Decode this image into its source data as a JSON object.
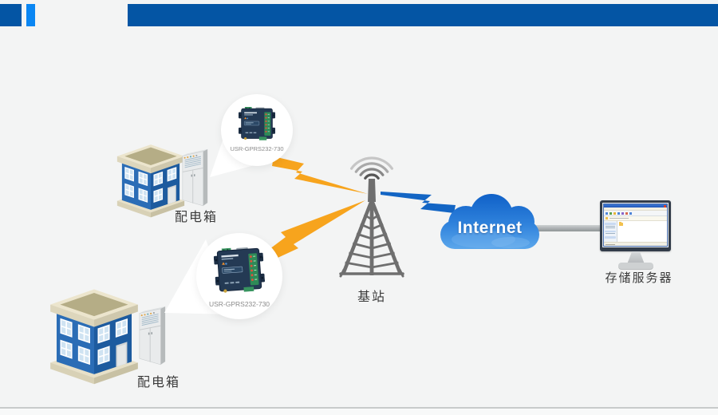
{
  "header": {
    "bars": {
      "primary_color": "#0455a4",
      "accent_color": "#0a86f3"
    }
  },
  "canvas_background": "#f3f4f4",
  "sites": [
    {
      "building_label": "配电箱",
      "device_label": "USR-GPRS232-730"
    },
    {
      "building_label": "配电箱",
      "device_label": "USR-GPRS232-730"
    }
  ],
  "tower": {
    "label": "基站"
  },
  "internet": {
    "label": "Internet",
    "cloud_color_top": "#0d5ec6",
    "cloud_color_bottom": "#5ea9ec"
  },
  "server": {
    "label": "存储服务器"
  },
  "links": {
    "wireless_uplink_color": "#f7a41d",
    "tower_to_internet_color": "#1365c4",
    "internet_to_server_color": "#a9adaf"
  },
  "icons": {
    "building": "building-3d-icon",
    "cabinet": "distribution-cabinet-icon",
    "device": "gprs-dtu-device-icon",
    "tower": "cell-tower-icon",
    "waves": "signal-waves-icon",
    "cloud": "internet-cloud-icon",
    "monitor": "desktop-monitor-icon"
  }
}
